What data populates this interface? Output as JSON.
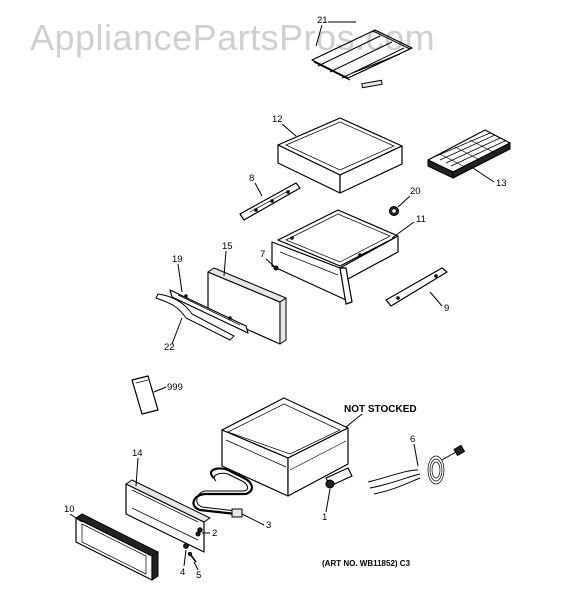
{
  "watermark": "AppliancePartsPros.com",
  "not_stocked_label": "NOT STOCKED",
  "art_number": "(ART NO. WB11852) C3",
  "callouts": {
    "c21": "21",
    "c12": "12",
    "c13": "13",
    "c8": "8",
    "c20": "20",
    "c11": "11",
    "c7": "7",
    "c15": "15",
    "c19": "19",
    "c9": "9",
    "c22": "22",
    "c999": "999",
    "c6": "6",
    "c14": "14",
    "c10": "10",
    "c3": "3",
    "c2": "2",
    "c1": "1",
    "c4": "4",
    "c5": "5"
  }
}
